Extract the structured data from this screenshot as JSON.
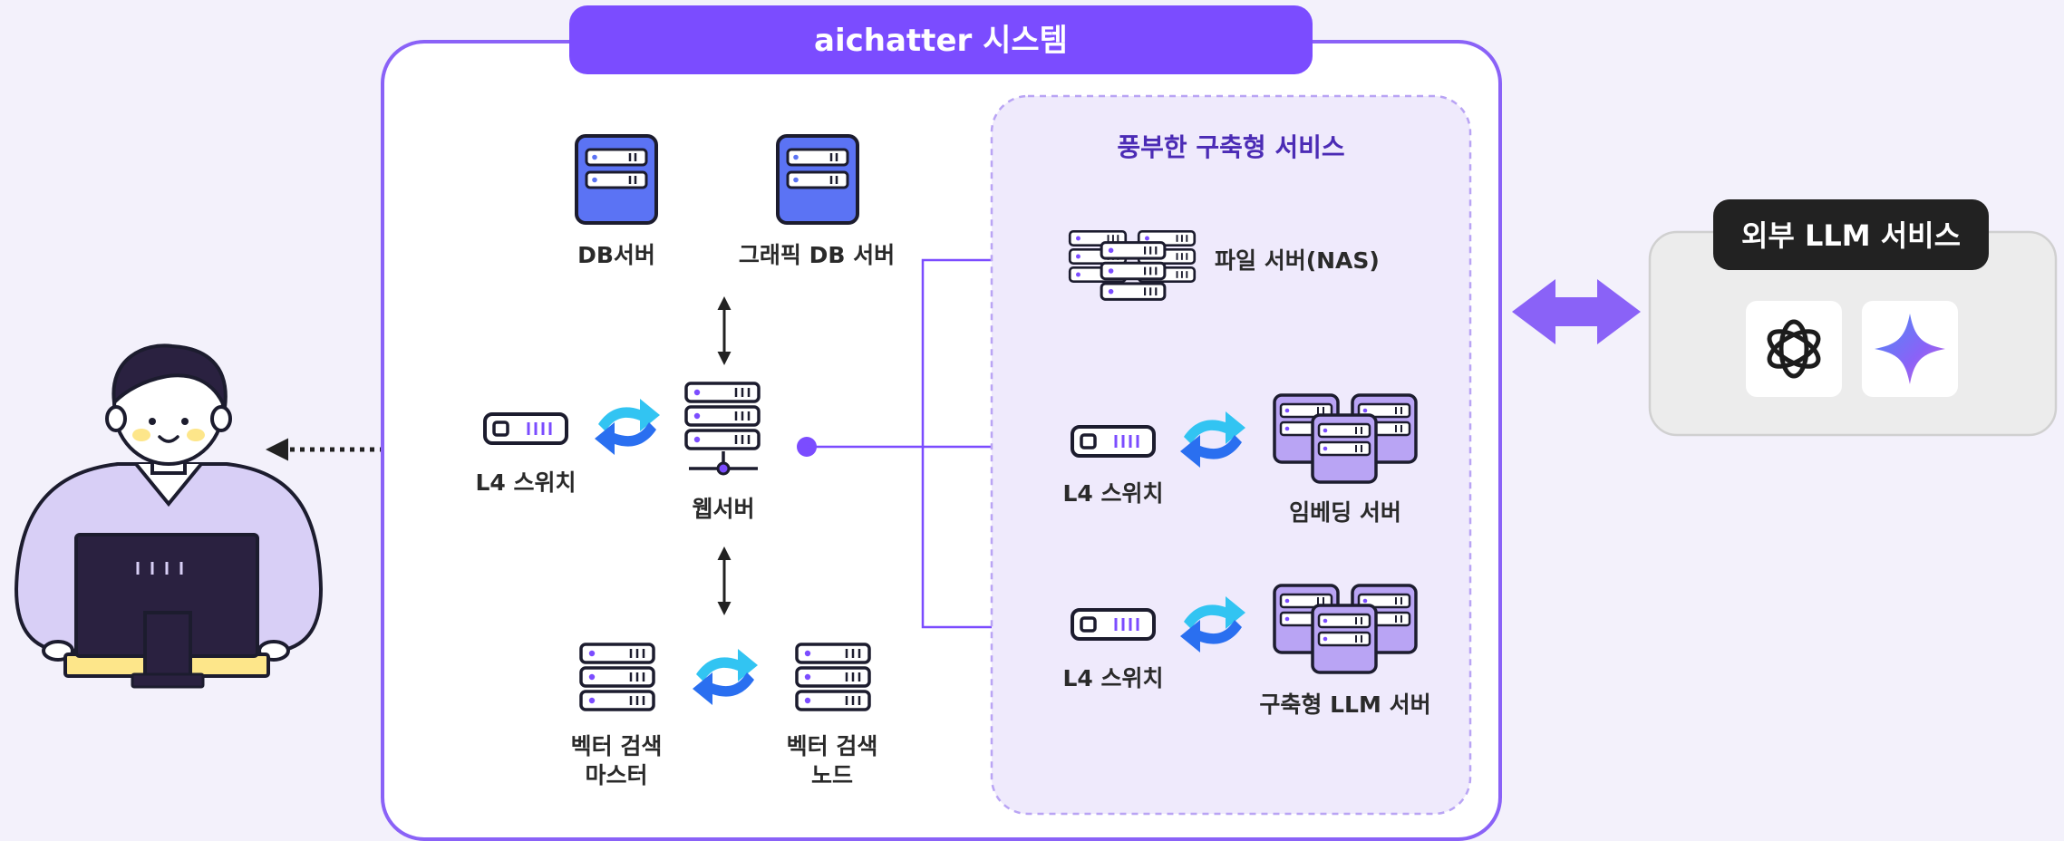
{
  "system": {
    "title": "aichatter 시스템",
    "nodes": {
      "db_server": "DB서버",
      "graph_db_server": "그래픽 DB 서버",
      "l4_switch": "L4 스위치",
      "web_server": "웹서버",
      "vector_master_line1": "벡터 검색",
      "vector_master_line2": "마스터",
      "vector_node_line1": "벡터 검색",
      "vector_node_line2": "노드"
    }
  },
  "managed_services": {
    "title": "풍부한 구축형 서비스",
    "nas": "파일 서버(NAS)",
    "l4_switch_a": "L4 스위치",
    "embedding_server": "임베딩 서버",
    "l4_switch_b": "L4 스위치",
    "llm_server": "구축형 LLM 서버"
  },
  "external": {
    "title": "외부 LLM 서비스",
    "icons": [
      "openai-icon",
      "gemini-icon"
    ]
  },
  "colors": {
    "accent": "#7b4cff",
    "panel_bg": "#efeafc",
    "db_blue": "#5b73f4",
    "server_purple": "#b9a4f4",
    "sync_blue": "#2a8ef0",
    "sync_cyan": "#32c4f2",
    "dark": "#222222"
  }
}
